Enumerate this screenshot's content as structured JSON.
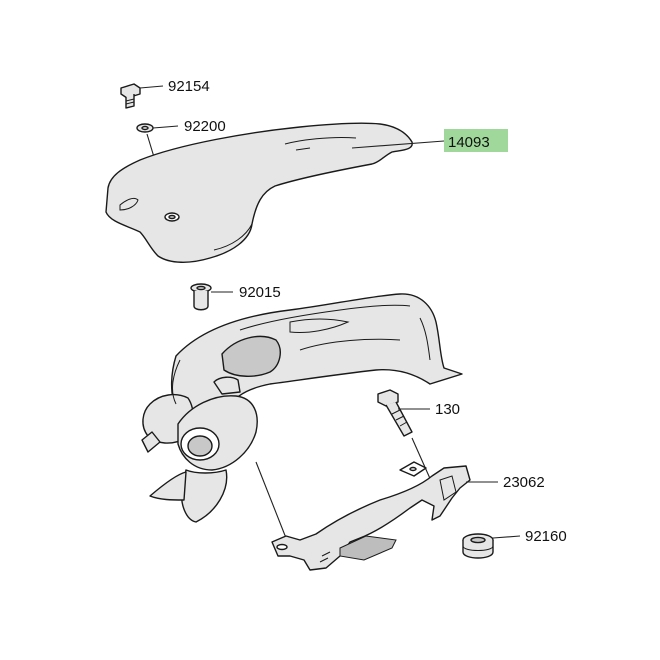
{
  "callouts": [
    {
      "id": "bolt-92154",
      "number": "92154",
      "highlight": false
    },
    {
      "id": "washer-92200",
      "number": "92200",
      "highlight": false
    },
    {
      "id": "cover-14093",
      "number": "14093",
      "highlight": true
    },
    {
      "id": "collar-92015",
      "number": "92015",
      "highlight": false
    },
    {
      "id": "bolt-130",
      "number": "130",
      "highlight": false
    },
    {
      "id": "bracket-23062",
      "number": "23062",
      "highlight": false
    },
    {
      "id": "grommet-92160",
      "number": "92160",
      "highlight": false
    }
  ],
  "colors": {
    "highlight": "#9fd89a",
    "line": "#1a1a1a",
    "part_fill": "#e6e6e6"
  }
}
